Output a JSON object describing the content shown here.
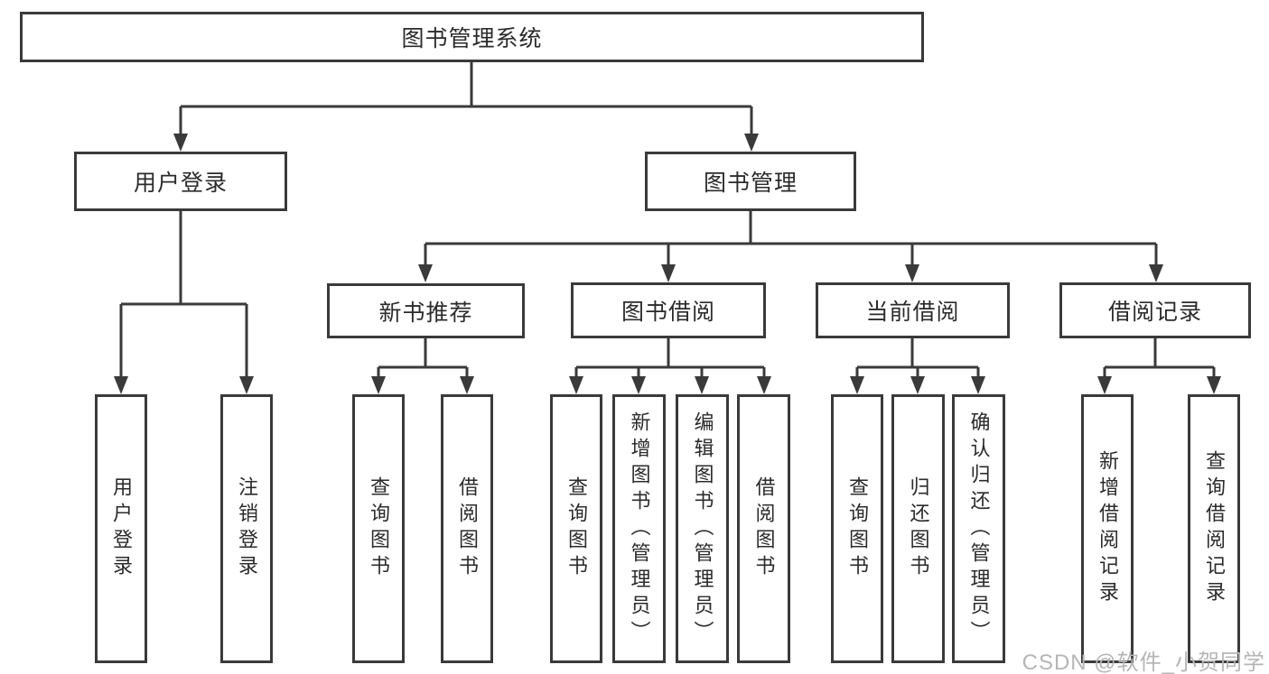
{
  "diagram": {
    "type": "hierarchy-tree",
    "orientation": "top-down"
  },
  "tree": {
    "root": {
      "label": "图书管理系统"
    },
    "branches": [
      {
        "label": "用户登录",
        "children": [
          {
            "label": "用户登录"
          },
          {
            "label": "注销登录"
          }
        ]
      },
      {
        "label": "图书管理",
        "children": [
          {
            "label": "新书推荐",
            "children": [
              {
                "label": "查询图书"
              },
              {
                "label": "借阅图书"
              }
            ]
          },
          {
            "label": "图书借阅",
            "children": [
              {
                "label": "查询图书"
              },
              {
                "label": "新增图书（管理员）"
              },
              {
                "label": "编辑图书（管理员）"
              },
              {
                "label": "借阅图书"
              }
            ]
          },
          {
            "label": "当前借阅",
            "children": [
              {
                "label": "查询图书"
              },
              {
                "label": "归还图书"
              },
              {
                "label": "确认归还（管理员）"
              }
            ]
          },
          {
            "label": "借阅记录",
            "children": [
              {
                "label": "新增借阅记录"
              },
              {
                "label": "查询借阅记录"
              }
            ]
          }
        ]
      }
    ]
  },
  "watermark": "CSDN @软件_小贺同学",
  "colors": {
    "line": "#3a3a3a",
    "box_border": "#3a3a3a",
    "text": "#2b2b2b",
    "watermark": "#b5b5b5",
    "background": "#ffffff"
  }
}
